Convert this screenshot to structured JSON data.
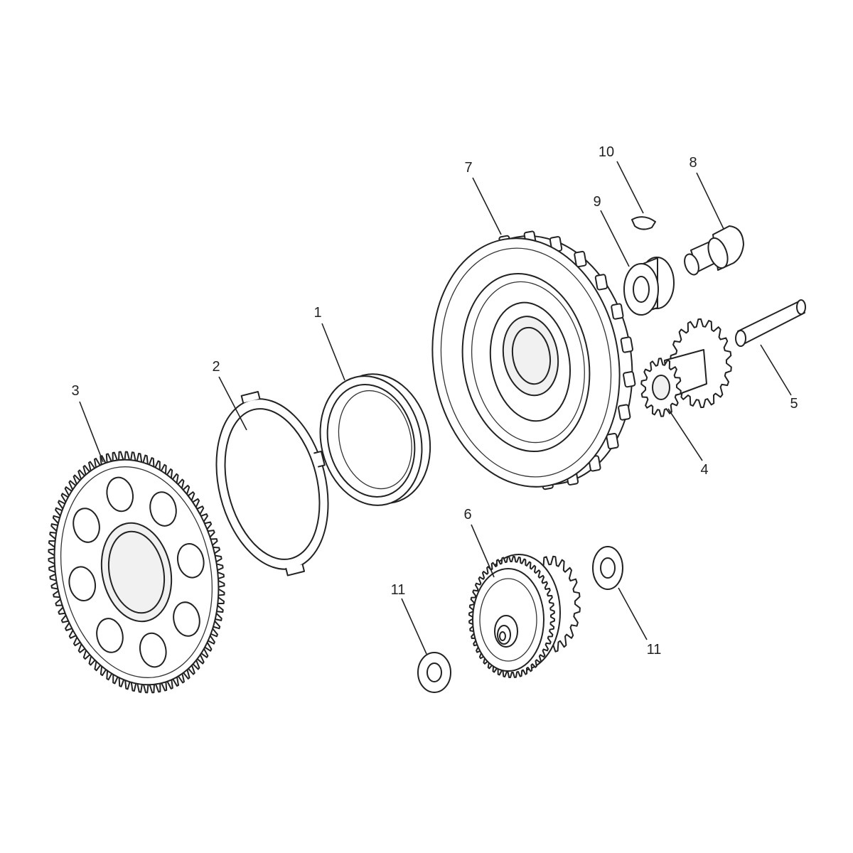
{
  "callouts": [
    {
      "id": "1",
      "label": "1"
    },
    {
      "id": "2",
      "label": "2"
    },
    {
      "id": "3",
      "label": "3"
    },
    {
      "id": "4",
      "label": "4"
    },
    {
      "id": "5",
      "label": "5"
    },
    {
      "id": "6",
      "label": "6"
    },
    {
      "id": "7",
      "label": "7"
    },
    {
      "id": "8",
      "label": "8"
    },
    {
      "id": "9",
      "label": "9"
    },
    {
      "id": "10",
      "label": "10"
    },
    {
      "id": "11a",
      "label": "11"
    },
    {
      "id": "11b",
      "label": "11"
    }
  ],
  "colors": {
    "line": "#222222",
    "background": "#ffffff"
  }
}
